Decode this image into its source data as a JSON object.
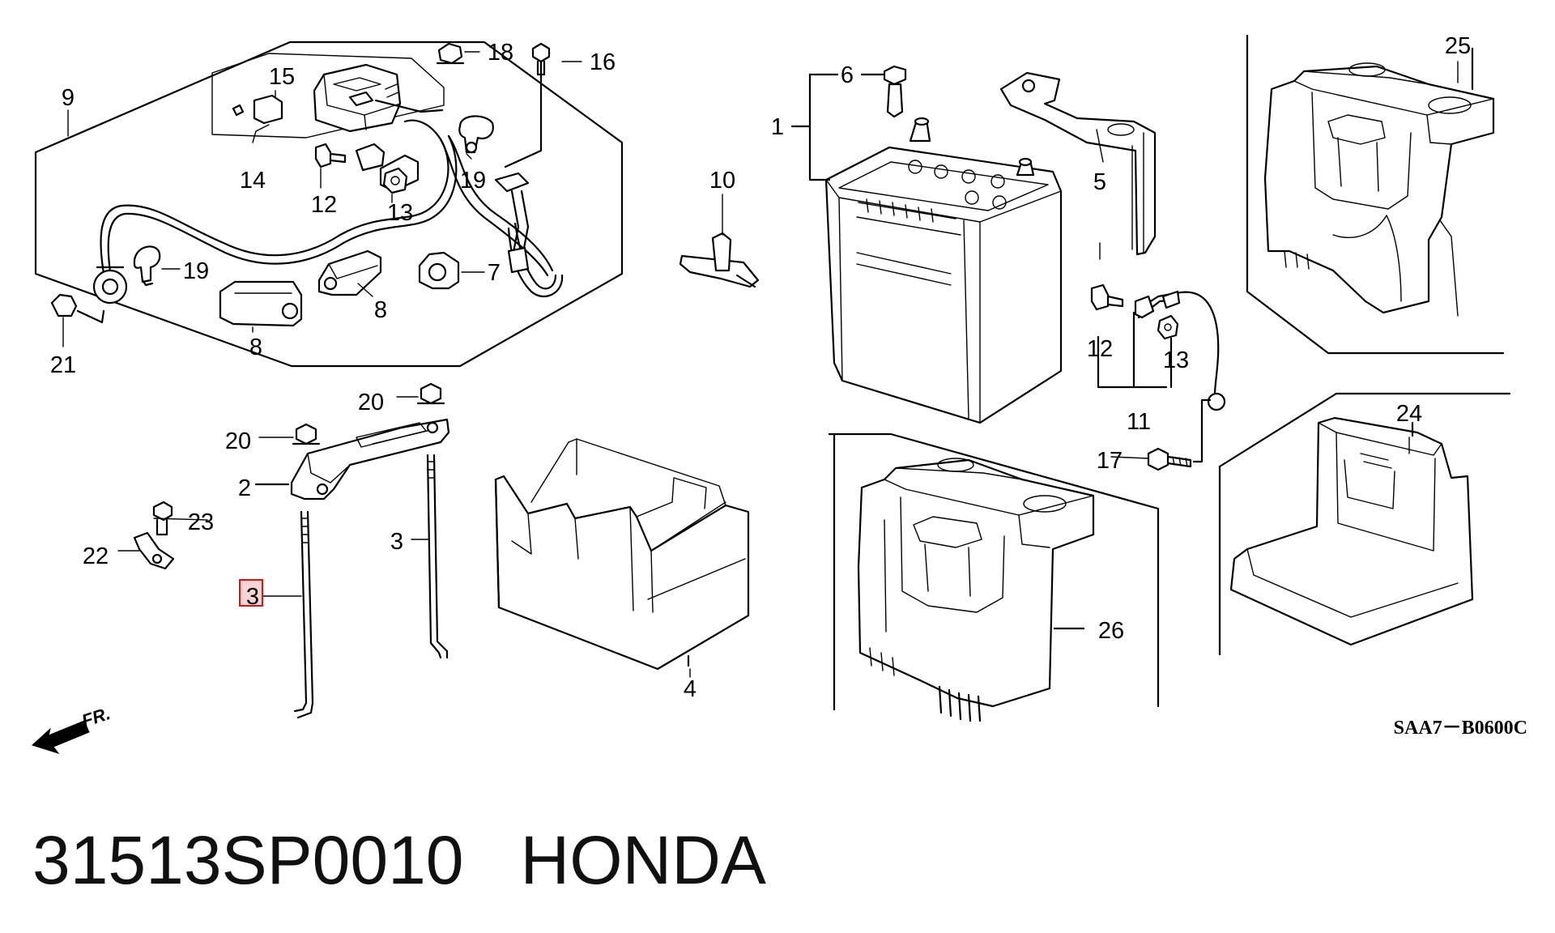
{
  "diagram_code": "SAA7－B0600C",
  "direction_label": "FR.",
  "caption": {
    "part_number": "31513SP0010",
    "brand": "HONDA"
  },
  "highlight_color": "#dd1111",
  "callouts": {
    "c1": "1",
    "c2": "2",
    "c3a": "3",
    "c3b": "3",
    "c4": "4",
    "c5": "5",
    "c6": "6",
    "c7": "7",
    "c8a": "8",
    "c8b": "8",
    "c9": "9",
    "c10": "10",
    "c11": "11",
    "c12a": "12",
    "c12b": "12",
    "c13a": "13",
    "c13b": "13",
    "c14": "14",
    "c15": "15",
    "c16": "16",
    "c17": "17",
    "c18": "18",
    "c19a": "19",
    "c19b": "19",
    "c20a": "20",
    "c20b": "20",
    "c21": "21",
    "c22": "22",
    "c23": "23",
    "c24": "24",
    "c25": "25",
    "c26": "26"
  }
}
